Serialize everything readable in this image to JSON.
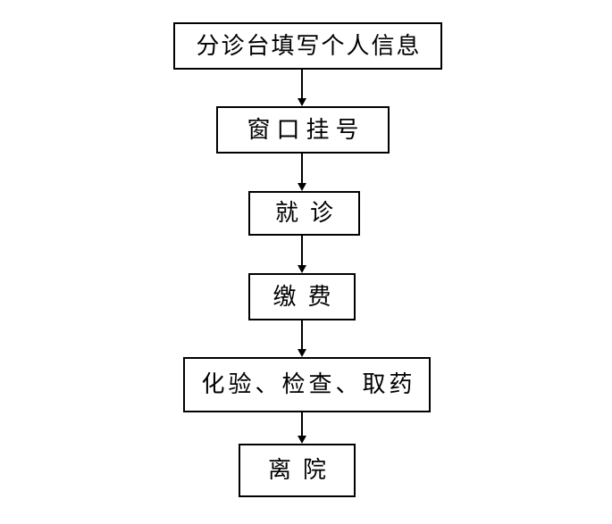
{
  "flowchart": {
    "background_color": "#ffffff",
    "box_border_color": "#000000",
    "text_color": "#000000",
    "arrow_color": "#000000",
    "direction": "top-to-bottom",
    "steps": [
      {
        "label": "分诊台填写个人信息"
      },
      {
        "label": "窗口挂号"
      },
      {
        "label": "就诊"
      },
      {
        "label": "缴费"
      },
      {
        "label": "化验、检查、取药"
      },
      {
        "label": "离院"
      }
    ]
  }
}
